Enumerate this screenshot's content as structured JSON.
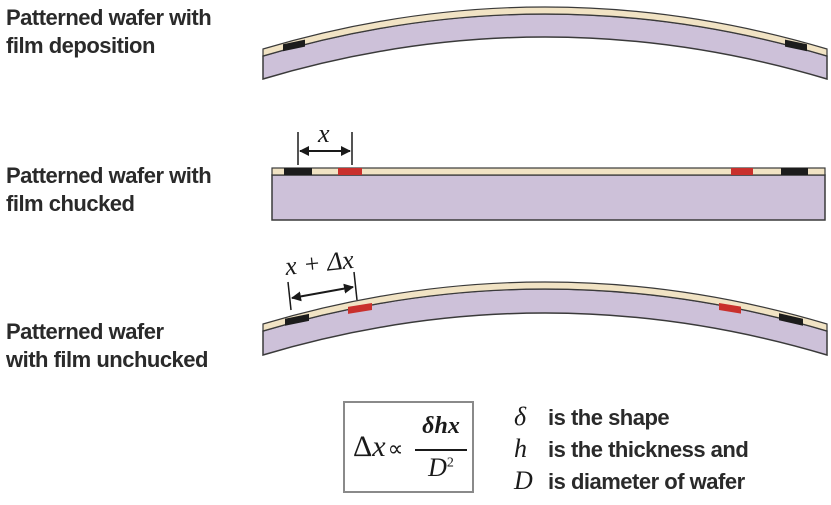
{
  "labels": {
    "deposition": [
      "Patterned wafer with",
      "film deposition"
    ],
    "chucked": [
      "Patterned wafer with",
      "film chucked"
    ],
    "unchucked": [
      "Patterned wafer",
      "with film unchucked"
    ]
  },
  "annotations": {
    "x": "x",
    "x_plus_dx": "x + Δx"
  },
  "formula": {
    "lhs_delta": "Δ",
    "lhs_var": "x",
    "proportional": "∝",
    "numerator": "δhx",
    "denominator": "D",
    "exponent": "2"
  },
  "legend": [
    {
      "symbol": "δ",
      "text": "is the shape"
    },
    {
      "symbol": "h",
      "text": "is the thickness and"
    },
    {
      "symbol": "D",
      "text": "is diameter of wafer"
    }
  ],
  "colors": {
    "wafer": "#cdc1d9",
    "film": "#f1e3c4",
    "outline": "#3a3a3a",
    "black_marker": "#1c1c1c",
    "red_marker": "#c9302c"
  }
}
